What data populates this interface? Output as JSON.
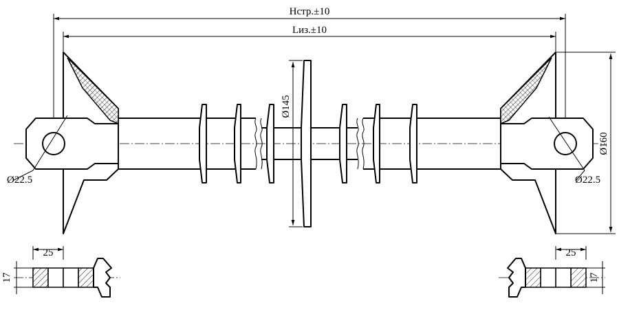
{
  "dimensions": {
    "overall_length": "Нстр.±10",
    "insulation_length": "Lиз.±10",
    "shed_diameter": "Ø145",
    "end_fitting_diameter": "Ø160",
    "hole_left": "Ø22.5",
    "hole_right": "Ø22.5",
    "lug_width_left": "25",
    "lug_thickness_left": "17",
    "lug_width_right": "25",
    "lug_thickness_right": "17"
  },
  "colors": {
    "line": "#000000",
    "background": "#ffffff"
  }
}
